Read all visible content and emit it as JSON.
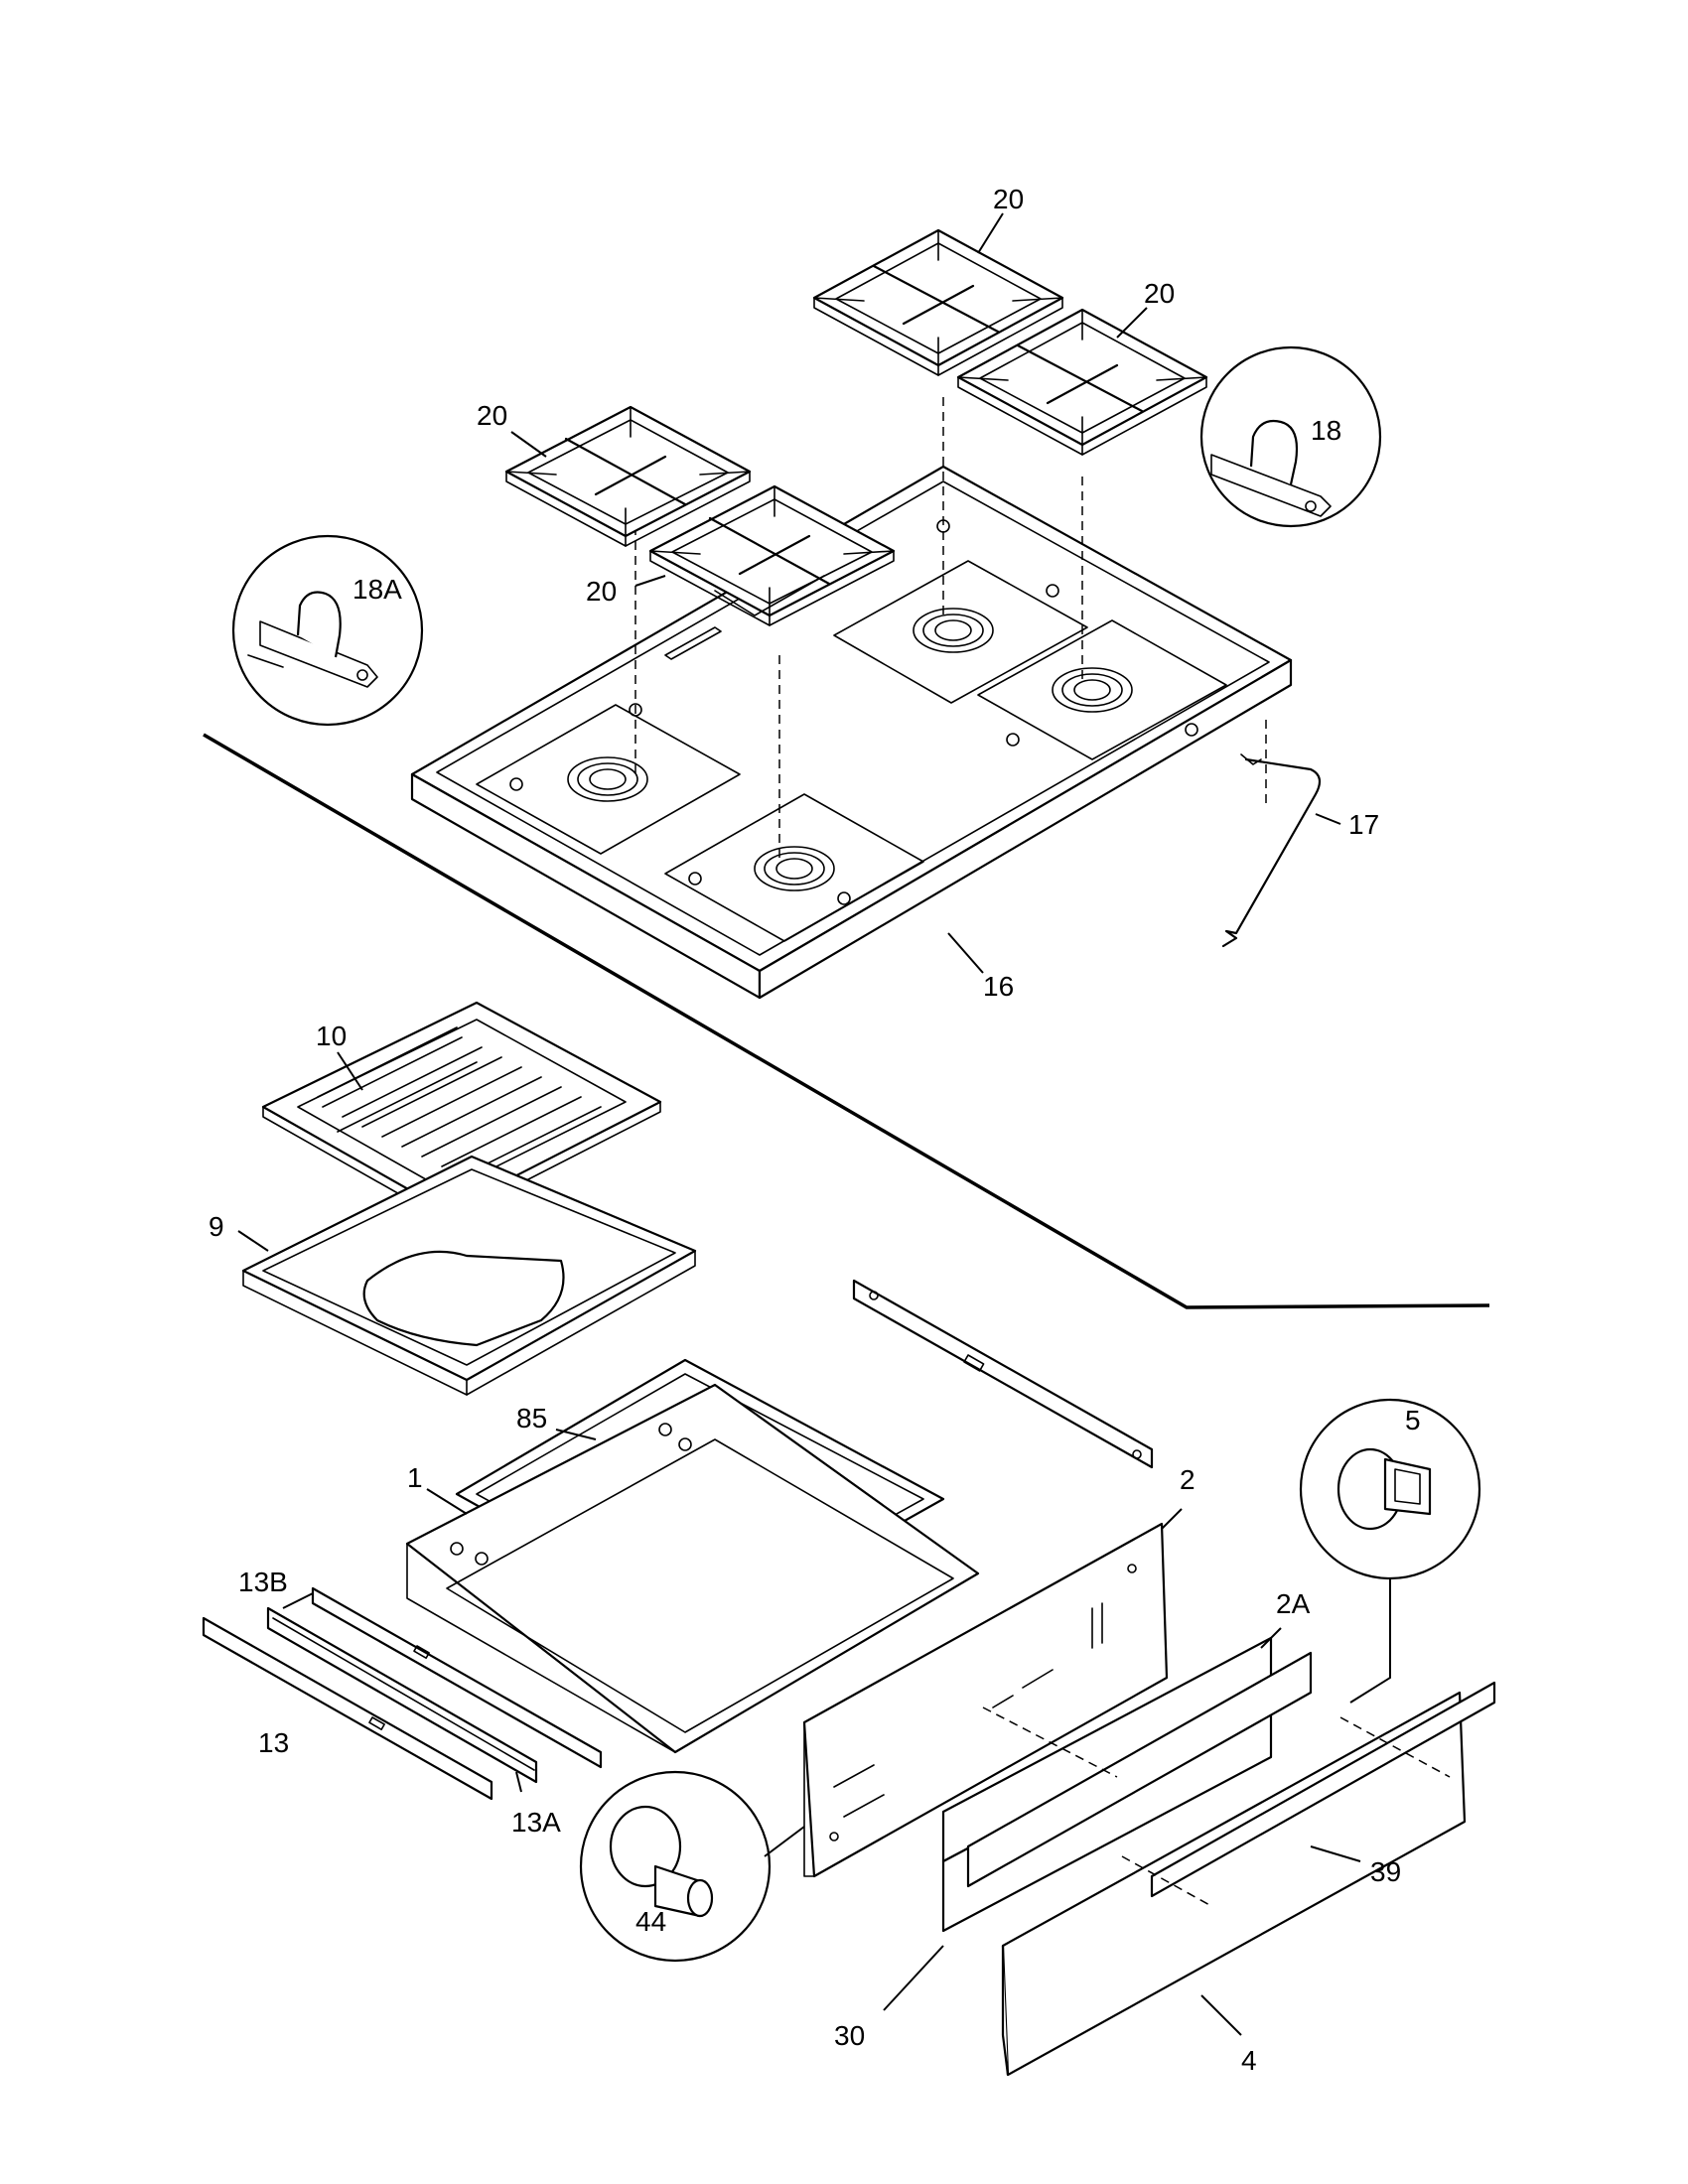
{
  "labels": {
    "grate_a": "20",
    "grate_b": "20",
    "grate_c": "20",
    "grate_d": "20",
    "clip_18": "18",
    "clip_18a": "18A",
    "cooktop": "16",
    "wire": "17",
    "broiler_grid": "10",
    "broiler_pan": "9",
    "rack": "85",
    "oven_bottom": "1",
    "side_panel": "2",
    "panel_2a": "2A",
    "glide_knob": "5",
    "slide_13b": "13B",
    "slide_13": "13",
    "slide_13a": "13A",
    "leg": "44",
    "insulation": "30",
    "drawer_front": "4",
    "handle": "39"
  }
}
